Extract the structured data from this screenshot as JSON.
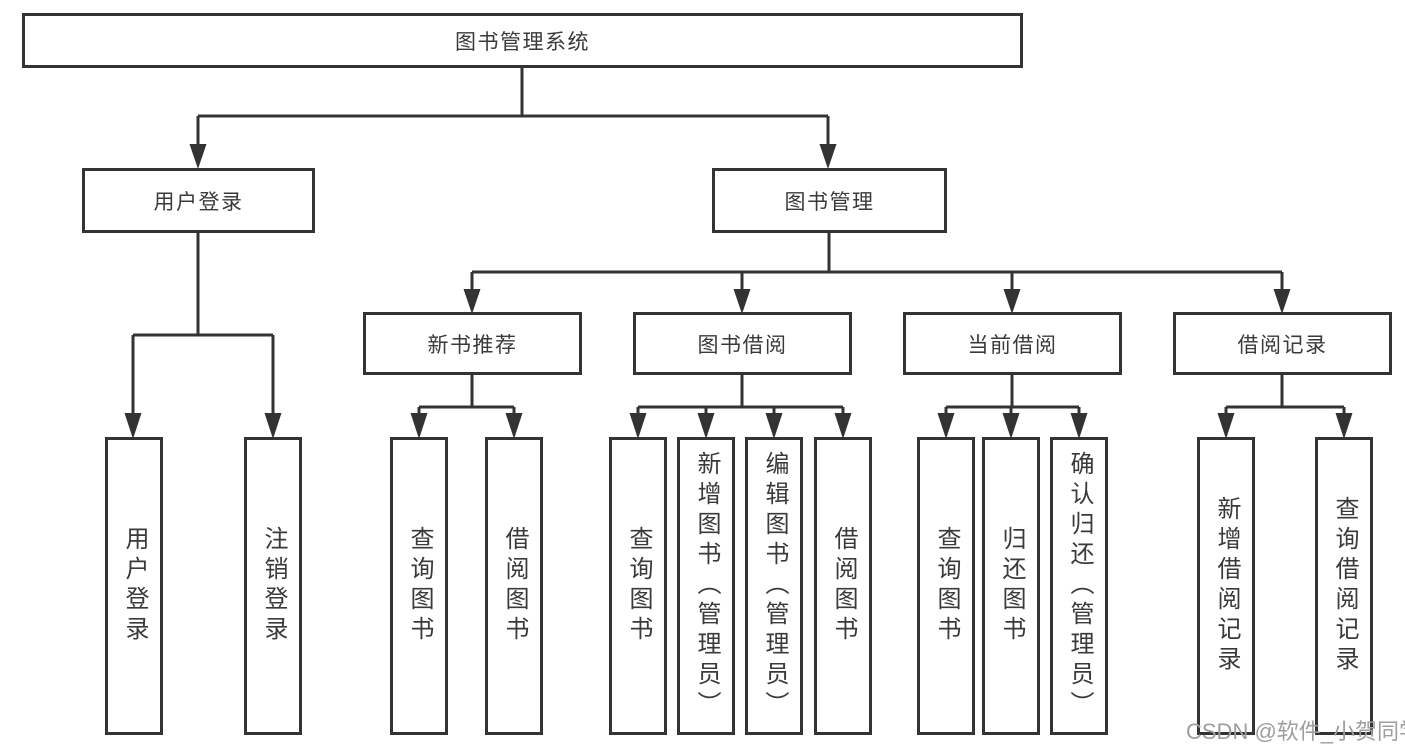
{
  "watermark": "CSDN @软件_小贺同学",
  "colors": {
    "line": "#333333",
    "text": "#3a3a3a",
    "watermark": "#9e9e9e",
    "background": "#ffffff"
  },
  "tree": {
    "label": "图书管理系统",
    "children": [
      {
        "label": "用户登录",
        "children": [
          {
            "label": "用户登录"
          },
          {
            "label": "注销登录"
          }
        ]
      },
      {
        "label": "图书管理",
        "children": [
          {
            "label": "新书推荐",
            "children": [
              {
                "label": "查询图书"
              },
              {
                "label": "借阅图书"
              }
            ]
          },
          {
            "label": "图书借阅",
            "children": [
              {
                "label": "查询图书"
              },
              {
                "label": "新增图书（管理员）"
              },
              {
                "label": "编辑图书（管理员）"
              },
              {
                "label": "借阅图书"
              }
            ]
          },
          {
            "label": "当前借阅",
            "children": [
              {
                "label": "查询图书"
              },
              {
                "label": "归还图书"
              },
              {
                "label": "确认归还（管理员）"
              }
            ]
          },
          {
            "label": "借阅记录",
            "children": [
              {
                "label": "新增借阅记录"
              },
              {
                "label": "查询借阅记录"
              }
            ]
          }
        ]
      }
    ]
  }
}
